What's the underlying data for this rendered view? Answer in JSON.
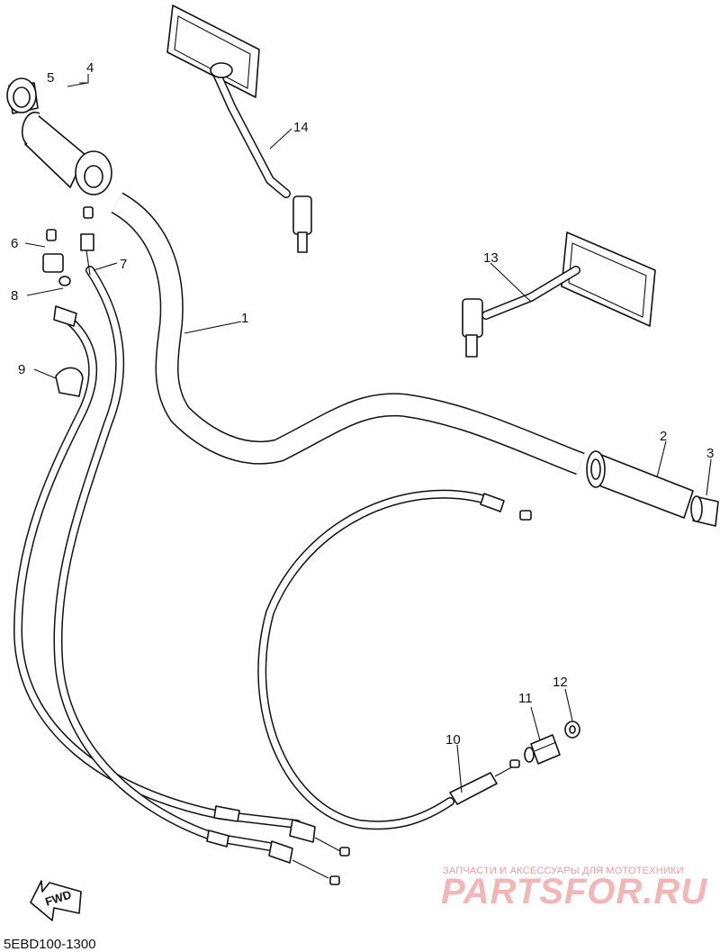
{
  "diagram": {
    "callouts": [
      {
        "id": "1",
        "text": "1"
      },
      {
        "id": "2",
        "text": "2"
      },
      {
        "id": "3",
        "text": "3"
      },
      {
        "id": "4",
        "text": "4"
      },
      {
        "id": "5",
        "text": "5"
      },
      {
        "id": "6",
        "text": "6"
      },
      {
        "id": "7",
        "text": "7"
      },
      {
        "id": "8",
        "text": "8"
      },
      {
        "id": "9",
        "text": "9"
      },
      {
        "id": "10",
        "text": "10"
      },
      {
        "id": "11",
        "text": "11"
      },
      {
        "id": "12",
        "text": "12"
      },
      {
        "id": "13",
        "text": "13"
      },
      {
        "id": "14",
        "text": "14"
      }
    ],
    "direction_label": "FWD",
    "drawing_code": "5EBD100-1300"
  },
  "watermark": {
    "tagline": "ЗАПЧАСТИ И АКСЕССУАРЫ ДЛЯ МОТОТЕХНИКИ",
    "logo": "PARTSFOR.RU"
  }
}
